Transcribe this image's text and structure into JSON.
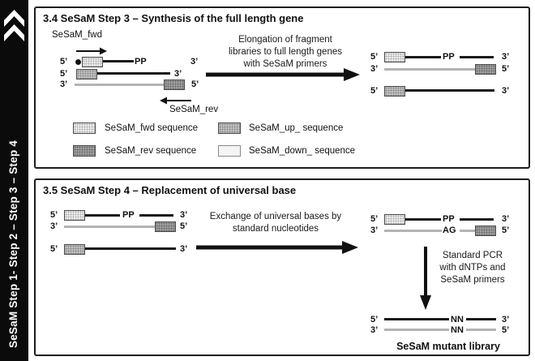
{
  "sidebar": {
    "text": "SeSaM Step 1- Step 2 – Step 3 – Step 4",
    "icon": "double-chevron-up"
  },
  "terminals": {
    "five": "5’",
    "three": "3’"
  },
  "marks": {
    "pp": "PP",
    "ag": "AG",
    "nn": "NN"
  },
  "panel_top": {
    "title": "3.4 SeSaM Step 3 – Synthesis of the full length gene",
    "fwd_primer": "SeSaM_fwd",
    "rev_primer": "SeSaM_rev",
    "arrow_caption": [
      "Elongation of fragment",
      "libraries to full length genes",
      "with SeSaM primers"
    ],
    "legend": [
      {
        "swatch": "fwd",
        "label": "SeSaM_fwd sequence"
      },
      {
        "swatch": "rev",
        "label": "SeSaM_rev sequence"
      },
      {
        "swatch": "up",
        "label": "SeSaM_up_ sequence"
      },
      {
        "swatch": "down",
        "label": "SeSaM_down_ sequence"
      }
    ]
  },
  "panel_bottom": {
    "title": "3.5 SeSaM Step 4 – Replacement of universal base",
    "arrow_caption": [
      "Exchange of universal bases by",
      "standard nucleotides"
    ],
    "pcr_caption": [
      "Standard PCR",
      "with dNTPs and",
      "SeSaM primers"
    ],
    "library_label": "SeSaM mutant library"
  },
  "colors": {
    "sidebar_bg": "#0b0b0b",
    "panel_border": "#1c1c1c",
    "strand_black": "#1a1a1a",
    "strand_gray": "#b3b3b3",
    "fwd_fill": "#ececec",
    "up_fill": "#c0c0c0",
    "rev_fill": "#9f9f9f",
    "down_fill": "#f4f4f4",
    "text": "#111111"
  }
}
